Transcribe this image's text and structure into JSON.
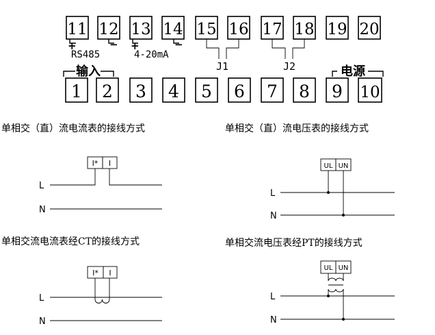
{
  "terminals": {
    "top": [
      "11",
      "12",
      "13",
      "14",
      "15",
      "16",
      "17",
      "18",
      "19",
      "20"
    ],
    "bottom": [
      "1",
      "2",
      "3",
      "4",
      "5",
      "6",
      "7",
      "8",
      "9",
      "10"
    ]
  },
  "terminal_labels": {
    "plus_a": "+",
    "minus_a": "−",
    "rs485": "RS485",
    "plus_b": "+",
    "minus_b": "−",
    "current_loop": "4-20mA",
    "j1": "J1",
    "j2": "J2",
    "input": "输入",
    "power": "电源"
  },
  "sections": {
    "current_direct": {
      "title": "单相交（直）流电流表的接线方式",
      "box_left": "I*",
      "box_right": "I",
      "line_l": "L",
      "line_n": "N"
    },
    "voltage_direct": {
      "title": "单相交（直）流电压表的接线方式",
      "box_left": "UL",
      "box_right": "UN",
      "line_l": "L",
      "line_n": "N"
    },
    "current_ct": {
      "title": "单相交流电流表经CT的接线方式",
      "box_left": "I*",
      "box_right": "I",
      "line_l": "L",
      "line_n": "N"
    },
    "voltage_pt": {
      "title": "单相交流电压表经PT的接线方式",
      "box_left": "UL",
      "box_right": "UN",
      "line_l": "L",
      "line_n": "N"
    }
  }
}
